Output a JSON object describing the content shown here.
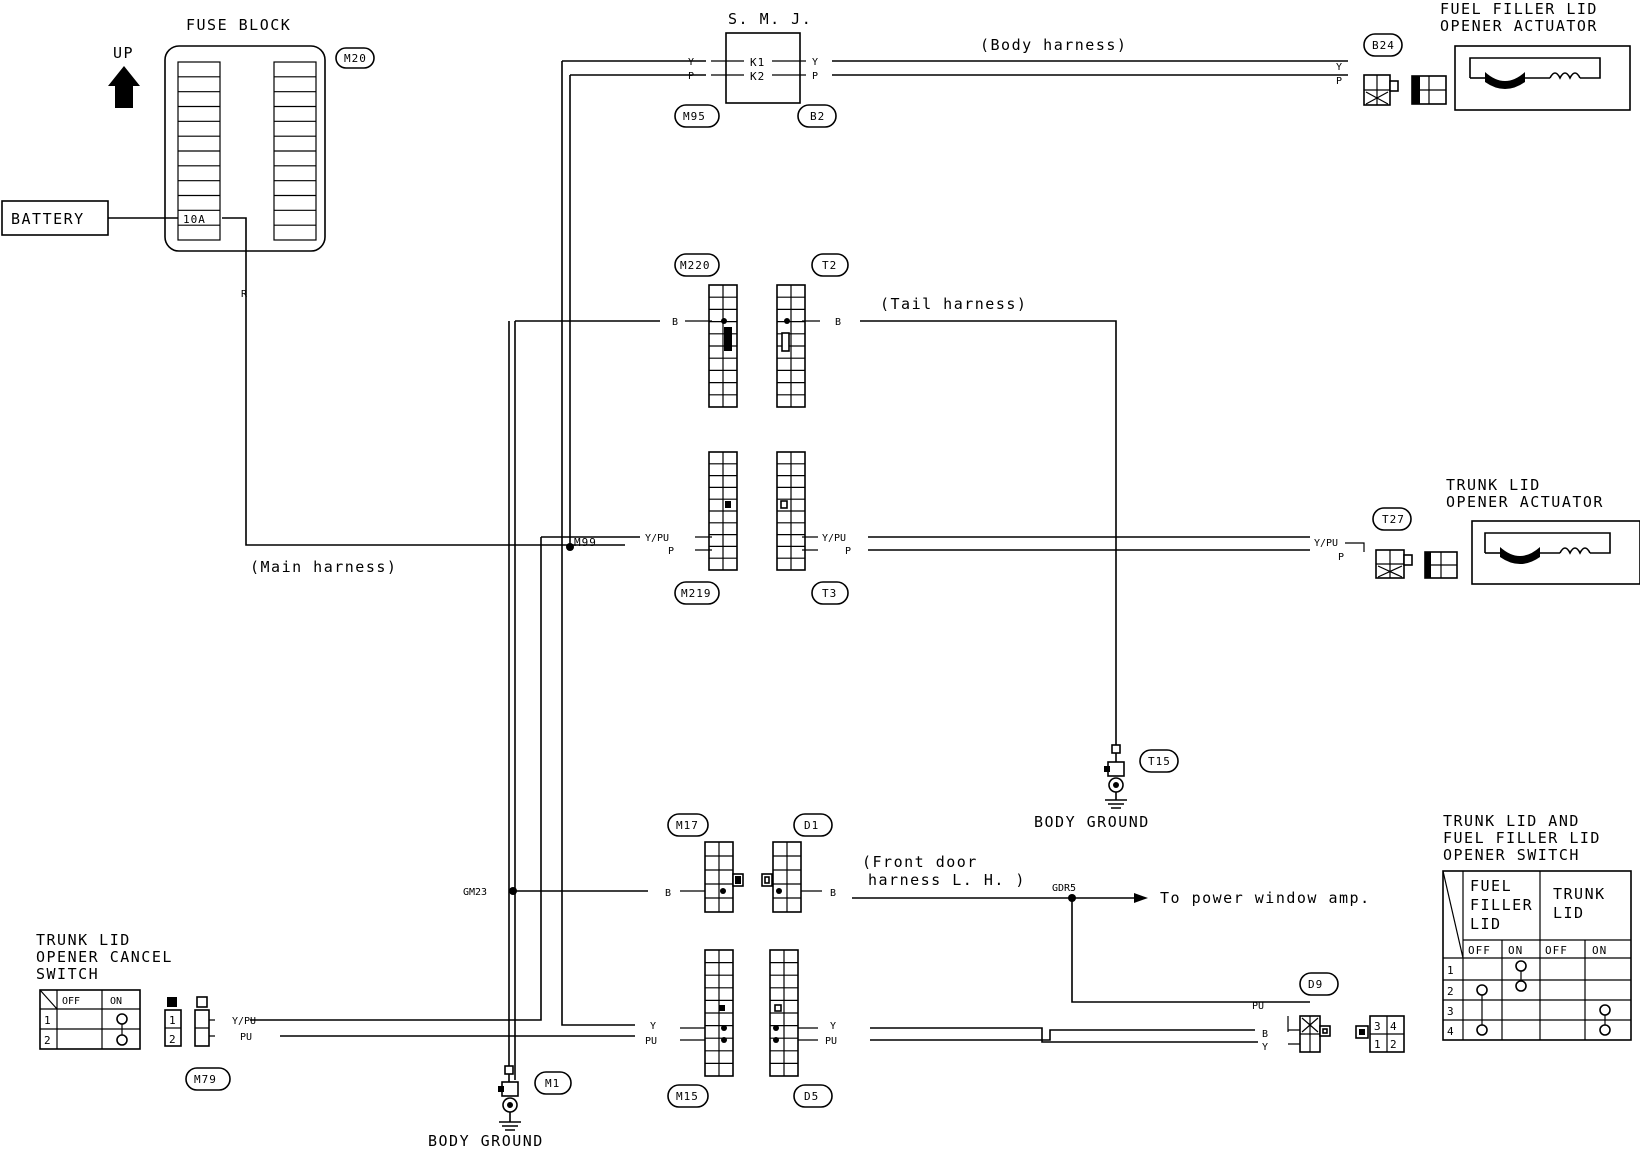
{
  "fuse_block": {
    "title": "FUSE BLOCK",
    "connector": "M20",
    "fuse": "10A",
    "up_label": "UP"
  },
  "battery": {
    "label": "BATTERY"
  },
  "smj": {
    "title": "S. M. J.",
    "pin1": "K1",
    "pin2": "K2",
    "conn_left": "M95",
    "conn_right": "B2",
    "wire_y": "Y",
    "wire_p": "P"
  },
  "harness": {
    "body": "(Body harness)",
    "tail": "(Tail harness)",
    "main": "(Main harness)",
    "front_door_1": "(Front door",
    "front_door_2": "harness L. H. )"
  },
  "fuel_actuator": {
    "title_1": "FUEL FILLER LID",
    "title_2": "OPENER ACTUATOR",
    "connector": "B24"
  },
  "trunk_actuator": {
    "title_1": "TRUNK LID",
    "title_2": "OPENER ACTUATOR",
    "connector": "T27"
  },
  "connectors": {
    "m220": "M220",
    "t2": "T2",
    "m219": "M219",
    "t3": "T3",
    "t15": "T15",
    "m17": "M17",
    "d1": "D1",
    "m15": "M15",
    "d5": "D5",
    "d9": "D9",
    "m1": "M1",
    "m79": "M79"
  },
  "junctions": {
    "m99": "M99",
    "gm23": "GM23",
    "gdr5": "GDR5"
  },
  "wires": {
    "b": "B",
    "y": "Y",
    "p": "P",
    "pu": "PU",
    "y_pu": "Y/PU",
    "r": "R"
  },
  "ground": {
    "label": "BODY GROUND"
  },
  "power_window": {
    "label": "To power window amp."
  },
  "cancel_switch": {
    "title_1": "TRUNK LID",
    "title_2": "OPENER CANCEL",
    "title_3": "SWITCH",
    "col_off": "OFF",
    "col_on": "ON",
    "rows": [
      "1",
      "2"
    ]
  },
  "opener_switch": {
    "title_1": "TRUNK LID AND",
    "title_2": "FUEL FILLER LID",
    "title_3": "OPENER SWITCH",
    "fuel_col_1": "FUEL",
    "fuel_col_2": "FILLER",
    "fuel_col_3": "LID",
    "trunk_col_1": "TRUNK",
    "trunk_col_2": "LID",
    "off": "OFF",
    "on": "ON",
    "rows": [
      "1",
      "2",
      "3",
      "4"
    ]
  },
  "pins": {
    "p1": "1",
    "p2": "2",
    "p3": "3",
    "p4": "4"
  }
}
